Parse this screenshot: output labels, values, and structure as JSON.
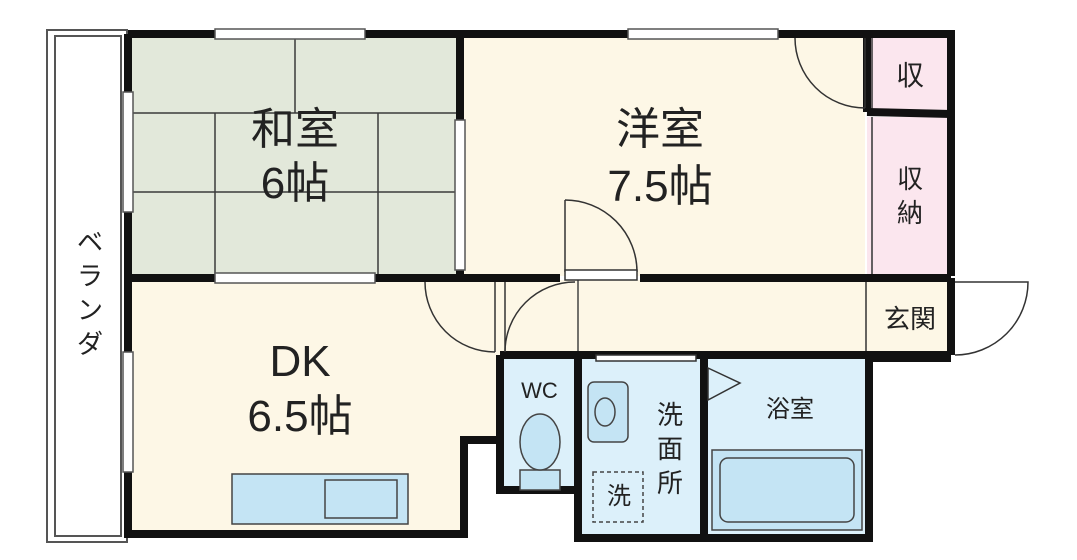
{
  "rooms": {
    "washitsu": {
      "name": "和室",
      "size": "6帖"
    },
    "youshitsu": {
      "name": "洋室",
      "size": "7.5帖"
    },
    "dk": {
      "name": "DK",
      "size": "6.5帖"
    },
    "shu": {
      "name": "収"
    },
    "shuno": {
      "name": "収\n納"
    },
    "genkan": {
      "name": "玄関"
    },
    "wc": {
      "name": "WC"
    },
    "senmenjo": {
      "name": "洗\n面\n所"
    },
    "sen": {
      "name": "洗"
    },
    "yokushitsu": {
      "name": "浴室"
    },
    "veranda": {
      "name": "ベ\nラ\nン\nダ"
    }
  },
  "colors": {
    "tatami": "#e2e8da",
    "wood": "#fdf7e6",
    "storage": "#fbe6ee",
    "water": "#dcf0fa",
    "wall": "#111111",
    "fixture": "#c4e4f4"
  }
}
